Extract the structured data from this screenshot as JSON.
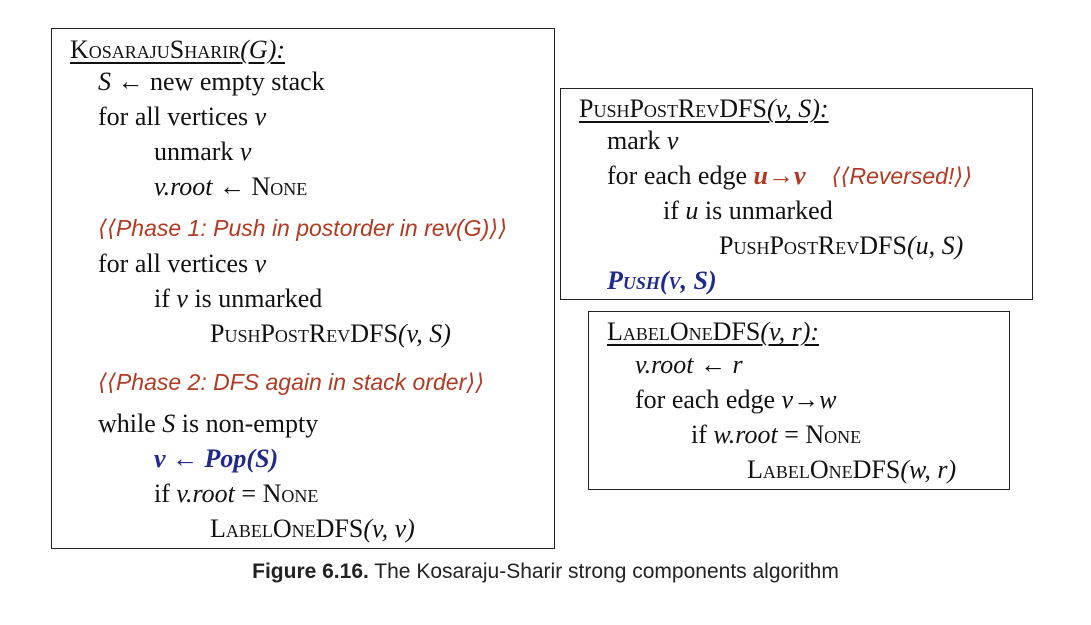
{
  "left": {
    "title_name": "KosarajuSharir",
    "title_args": "(G):",
    "l1_a": "S",
    "l1_b": " ← new empty stack",
    "l2_a": "for all vertices ",
    "l2_b": "v",
    "l3_a": "unmark ",
    "l3_b": "v",
    "l4_a": "v.root",
    "l4_b": " ← ",
    "l4_c": "None",
    "c1": "⟨⟨Phase 1: Push in postorder in rev(G)⟩⟩",
    "l5_a": "for all vertices ",
    "l5_b": "v",
    "l6_a": "if ",
    "l6_b": "v",
    "l6_c": " is unmarked",
    "l7_a": "PushPostRevDFS",
    "l7_b": "(v, S)",
    "c2": "⟨⟨Phase 2: DFS again in stack order⟩⟩",
    "l8_a": "while ",
    "l8_b": "S",
    "l8_c": " is non-empty",
    "l9": "v ← Pop(S)",
    "l10_a": "if ",
    "l10_b": "v.root",
    "l10_c": " = ",
    "l10_d": "None",
    "l11_a": "LabelOneDFS",
    "l11_b": "(v, v)"
  },
  "push": {
    "title_name": "PushPostRevDFS",
    "title_args": "(v, S):",
    "l1_a": "mark ",
    "l1_b": "v",
    "l2_a": "for each edge ",
    "l2_b": "u→v",
    "l2_c": "⟨⟨Reversed!⟩⟩",
    "l3_a": "if ",
    "l3_b": "u",
    "l3_c": " is unmarked",
    "l4_a": "PushPostRevDFS",
    "l4_b": "(u, S)",
    "l5": "Push(v, S)"
  },
  "label": {
    "title_name": "LabelOneDFS",
    "title_args": "(v, r):",
    "l1_a": "v.root",
    "l1_b": " ← ",
    "l1_c": "r",
    "l2_a": "for each edge ",
    "l2_b": "v→w",
    "l3_a": "if ",
    "l3_b": "w.root",
    "l3_c": " = ",
    "l3_d": "None",
    "l4_a": "LabelOneDFS",
    "l4_b": "(w, r)"
  },
  "caption": {
    "label": "Figure 6.16.",
    "text": " The Kosaraju-Sharir strong components algorithm"
  },
  "colors": {
    "comment": "#b03a22",
    "highlight_blue": "#1f2a8a",
    "highlight_red": "#b03a22"
  }
}
